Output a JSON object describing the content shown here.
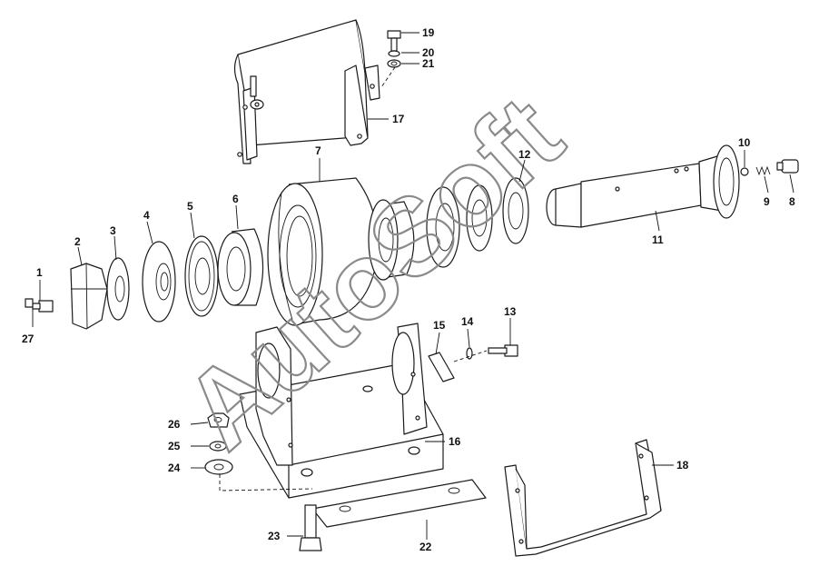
{
  "diagram": {
    "type": "exploded-parts-diagram",
    "callouts": [
      {
        "id": "1",
        "label": "1"
      },
      {
        "id": "2",
        "label": "2"
      },
      {
        "id": "3",
        "label": "3"
      },
      {
        "id": "4",
        "label": "4"
      },
      {
        "id": "5",
        "label": "5"
      },
      {
        "id": "6",
        "label": "6"
      },
      {
        "id": "7",
        "label": "7"
      },
      {
        "id": "8",
        "label": "8"
      },
      {
        "id": "9",
        "label": "9"
      },
      {
        "id": "10",
        "label": "10"
      },
      {
        "id": "11",
        "label": "11"
      },
      {
        "id": "12",
        "label": "12"
      },
      {
        "id": "13",
        "label": "13"
      },
      {
        "id": "14",
        "label": "14"
      },
      {
        "id": "15",
        "label": "15"
      },
      {
        "id": "16",
        "label": "16"
      },
      {
        "id": "17",
        "label": "17"
      },
      {
        "id": "18",
        "label": "18"
      },
      {
        "id": "19",
        "label": "19"
      },
      {
        "id": "20",
        "label": "20"
      },
      {
        "id": "21",
        "label": "21"
      },
      {
        "id": "22",
        "label": "22"
      },
      {
        "id": "23",
        "label": "23"
      },
      {
        "id": "24",
        "label": "24"
      },
      {
        "id": "25",
        "label": "25"
      },
      {
        "id": "26",
        "label": "26"
      },
      {
        "id": "27",
        "label": "27"
      }
    ],
    "watermark": {
      "text": "AutoSoft",
      "color": "#8a8a8a"
    },
    "colors": {
      "line": "#1a1a1a",
      "background": "#ffffff"
    }
  }
}
